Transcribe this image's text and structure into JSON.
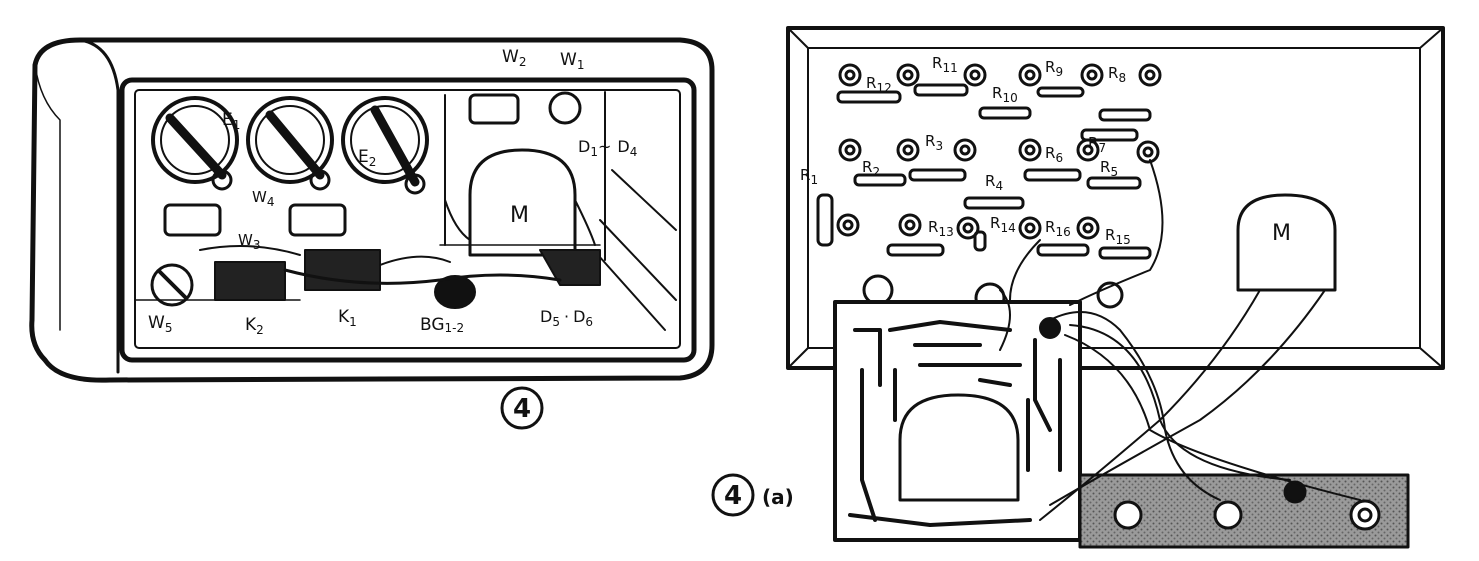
{
  "figure4": {
    "number": "4",
    "labels": {
      "E1": "E",
      "E1_sub": "1",
      "E2": "E",
      "E2_sub": "2",
      "W1": "W",
      "W1_sub": "1",
      "W2": "W",
      "W2_sub": "2",
      "W3": "W",
      "W3_sub": "3",
      "W4": "W",
      "W4_sub": "4",
      "W5": "W",
      "W5_sub": "5",
      "D1D4": "D",
      "D1D4_sub1": "1",
      "D1D4_tilde": "~",
      "D1D4_d": "D",
      "D1D4_sub2": "4",
      "M": "M",
      "K1": "K",
      "K1_sub": "1",
      "K2": "K",
      "K2_sub": "2",
      "BG": "BG",
      "BG_sub": "1-2",
      "D5D6": "D",
      "D5D6_sub1": "5",
      "D5D6_sep": "·",
      "D5D6_d": "D",
      "D5D6_sub2": "6"
    }
  },
  "figure4a": {
    "number": "4",
    "suffix": "(a)",
    "resistors": [
      {
        "base": "R",
        "sub": "12"
      },
      {
        "base": "R",
        "sub": "11"
      },
      {
        "base": "R",
        "sub": "10"
      },
      {
        "base": "R",
        "sub": "9"
      },
      {
        "base": "R",
        "sub": "8"
      },
      {
        "base": "R",
        "sub": "7"
      },
      {
        "base": "R",
        "sub": "1"
      },
      {
        "base": "R",
        "sub": "2"
      },
      {
        "base": "R",
        "sub": "3"
      },
      {
        "base": "R",
        "sub": "4"
      },
      {
        "base": "R",
        "sub": "6"
      },
      {
        "base": "R",
        "sub": "5"
      },
      {
        "base": "R",
        "sub": "13"
      },
      {
        "base": "R",
        "sub": "14"
      },
      {
        "base": "R",
        "sub": "16"
      },
      {
        "base": "R",
        "sub": "15"
      }
    ],
    "M": "M"
  },
  "colors": {
    "ink": "#111111",
    "paper": "#ffffff",
    "panel_shade": "#8a8a8a"
  }
}
